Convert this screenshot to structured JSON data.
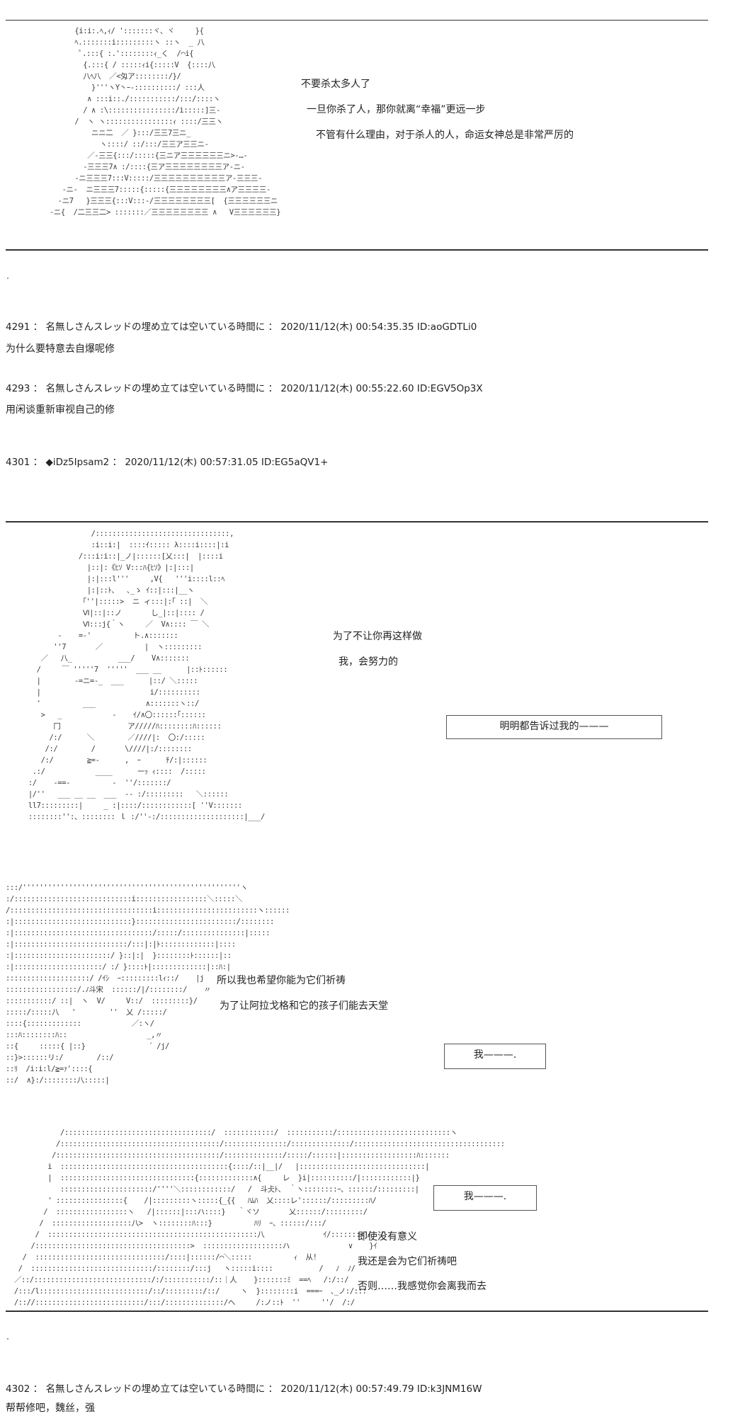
{
  "aa1": {
    "art": "        {i:i:.ﾍ,ｨ/ ':::::::ヾ、ヾ     }{\n        ﾍ.:::::::i:::::::::ヽ ::ヽ  _ 八\n         ﾟ.:::{ :.'::::::::ｨ_く  /⌒i{\n          {.:::{ / :::::ｨi{:::::V  {::::八\n          八ﾍ八  ／<匁ア::::::::/}/\n            }'''ヽY丶ｰ-::::::::::/ :::人\n           ∧ :::i::./:::::::::::/:::/::::ヽ\n          / ∧ :\\::::::::::::::::/i:::::]三-\n        /  ヽ ヽ::::::::::::::::ｨ ::::/三三ヽ\n            ニニ二  ／ }:::/三三7三ニ_\n              ヽ::::/ ::/:::/三三ア三三ニ‐\n           ／-三三{:::/:::::{三ニア三三三三三三ニ>‐…-\n          -三三三7∧ :/::::{三ア三三三三三三三三ア-ニ-\n        -ニ三三三7:::V:::::/三三三三三三三三三三ア-三三三-\n     -ニ-  ニ三三三7:::::{:::::{三三三三三三三三∧ア三三三三-\n    -ニ7   }三三三{:::V:::-/三三三三三三三三[  {三三三三三三ニ\n  -ニ{  /二三三二> :::::::／三三三三三三三三 ∧   V三三三三三三}"
  },
  "block1_lines": [
    "不要杀太多人了",
    "一旦你杀了人，那你就离“幸福”更远一步",
    "不管有什么理由，对于杀人的人，命运女神总是非常严厉的"
  ],
  "posts": [
    {
      "header": "4291 ： 名無しさんスレッドの埋め立ては空いている時間に ： 2020/11/12(木) 00:54:35.35 ID:aoGDTLi0",
      "body": "为什么要特意去自爆呢修"
    },
    {
      "header": "4293 ： 名無しさんスレッドの埋め立ては空いている時間に ： 2020/11/12(木) 00:55:22.60 ID:EGV5Op3X",
      "body": "用闲谈重新审视自己的修"
    },
    {
      "header": "4301 ： ◆iDz5Ipsam2 ： 2020/11/12(木) 00:57:31.05 ID:EG5aQV1+",
      "body": ""
    }
  ],
  "aa2": {
    "art": "                 /::::::::::::::::::::::::::::::::,\n                 :i::i:|  ::::ｲ::::: λ::::i::::|:i\n              /:::i:i::|_ノ|::::::[乂:::|  |::::i\n                |::|:《ﾋｿ V:::ﾊ{ﾋｿ》|:|:::|\n                |:|:::l'''     ,V{   '''i::::l::ﾍ\n                |:|::ﾄ、  ､_ゝ ｲ::|:::|__ヽ\n               ｢''|:::::>  ニ ィ:::|:｢ ::|  ＼\n               Ⅵ|::|::ノ       し_|::|:::: /\n               Ⅵ:::j{｀ヽ     ／  V∧:::: ￣ ＼\n         -    =-'          ト.∧:::::::\n        ''7       ／          |  ヽ:::::::::\n     ／   八_           ___/    V∧:::::::\n    /     ￣ '''''7  '''''  ___ __      |::ﾄ::::::\n    |        -=ニ=-_  ___      |::/ ＼:::::\n    |                          i/::::::::::\n    '          ___            ∧:::::::ヽ::/\n     >   _            -    ｲ/∧〇::::::｢::::::\n        冂                ア/////ﾊ::::::::ﾊ::::::\n       /:/      ＼        ／////|:  〇:/:::::\n      /:/        /       \\////|:/::::::::\n     /:/        ≧=-      ,  ｰ      ﾁ/:|::::::\n   .:/            ____      ーｯ ｨ::::  /:::::\n  :/    -==-          -  ''/:::::::/\n  |/''   ___ __ __  ___  -‐ :/:::::::::   ＼::::::\n  ll7:::::::::|     _ :|::::/::::::::::::[ ''V:::::::\n  ::::::::'':、:::::::: ｌ :/''‐:/::::::::::::::::::::|___/"
  },
  "block2_lines": [
    "为了不让你再这样做",
    "我，会努力的"
  ],
  "box1": "明明都告诉过我的———",
  "aa3": {
    "art": ":::/''''''''''''''''''''''''''''''''''''''''''''''''''''ヽ\n:/::::::::::::::::::::::::::::i:::::::::::::::::＼:::::＼\n/::::::::::::::::::::::::::::::::::i::::::::::::::::::::::::ヽ::::::\n:|::::::::::::::::::::::::::::}::::::::::::::::::::::::/::::::::\n:|:::::::::::::::::::::::::::::::::/:::::/:::::::::::::::|:::::\n:|:::::::::::::::::::::::::::/:::|:|ﾄ:::::::::::::|::::\n:|:::::::::::::::::::::::/ }::|:|  }::::::::ﾄ::::::|::\n:|:::::::::::::::::::::/ :/ }::::ﾄ|:::::::::::::|::ﾊ:|\n::::::::::::::::::::/ /ｲｼ  ｰ:::::::::lｨ::/    |j\n:::::::::::::::::/.ﾉ斗宋  ::::::/|/::::::::/    〃\n:::::::::::/ ::|  ヽ  V/     V::/  :::::::::}/\n:::::/:::::八   '        ''  乂 /:::::/\n::::{:::::::::::::            ／:ヽ/\n:::ﾊ::::::::ﾊ::                   _,〃\n::{     :::::{ |::}               ´ /j/\n::}>::::::リ:/        /::/\n::ﾘ  /i:i:l/≧=ｧ'::::{\n::/  ∧}:/::::::::八:::::|"
  },
  "block3_lines": [
    "所以我也希望你能为它们祈祷",
    "为了让阿拉戈格和它的孩子们能去天堂"
  ],
  "box2": "我———.",
  "aa4": {
    "art": "             /:::::::::::::::::::::::::::::::::::/  ::::::::::::/  :::::::::::/:::::::::::::::::::::::::::ヽ\n            /::::::::::::::::::::::::::::::::::::::/:::::::::::::::/::::::::::::::/::::::::::::::::::::::::::::::::::::\n           /:::::::::::::::::::::::::::::::::::::::/::::::::::::::/:::::/::::::|::::::::::::::::::ﾊ:::::::\n          i  ::::::::::::::::::::::::::::::::::::::::{::::/::|__|/   |::::::::::::::::::::::::::::::|\n          |  ::::::::::::::::::::::::::::::::{:::::::::::::∧{     レ  }i|::::::::::/|::::::::::::|}\n             ::::::::::::::::::::::/''''＼::::::::::::/   /  斗仧ﾄ、 ｀ヽ::::::::ｰ、::::::/:::::::::|\n          ' ::::::::::::::::{    /|:::::::::ヽ:::::{_{{   ﾊﾑﾊ  乂::::レ'::::::/:::::::::ﾊ/\n         /  :::::::::::::::::ヽ   /|::::::|:::ハ::::}   ｀ヾソ       乂::::::/:::::::::/\n        /  :::::::::::::::::::八>  ヽ::::::::ﾊ:::}          ﾊﾘ  ｰ、::::::/:::/\n       /  ::::::::::::::::::::::::::::::::::::::::::::::::::八              ｲ/:::::::<リ  /\n      /:::::::::::::::::::::::::::::::::::::>  :::::::::::::::::::ハ              ∨    }ｲ\n    /  :::::::::::::::::::::::::::::::/::::|::::::/⌒＼:::::          ｨ  从!\n   /  :::::::::::::::::::::::::::::/::::::::/:::j   ヽ:::::i::::           /   ﾉ  ﾉ/\n  ／::/::::::::::::::::::::::::::::/:/:::::::::::/::｜人    }:::::::ﾐ  ==ﾍ   /:/::/\n  /:::/l::::::::::::::::::::::::::/::/:::::::::/::/     ヽ  }::::::::i  ===ｰ  ､_ノ:/:::\n  /:://::::::::::::::::::::::::::/:::/::::::::::::::/へ     /:ノ::ﾄ  ''     ''/  /:/"
  },
  "box3": "我———.",
  "block4_lines": [
    "即使没有意义",
    "我还是会为它们祈祷吧",
    "否则……我感觉你会离我而去"
  ],
  "post_last": {
    "header": "4302 ： 名無しさんスレッドの埋め立ては空いている時間に ： 2020/11/12(木) 00:57:49.79 ID:k3JNM16W",
    "body": "帮帮修吧，魏丝，强"
  }
}
